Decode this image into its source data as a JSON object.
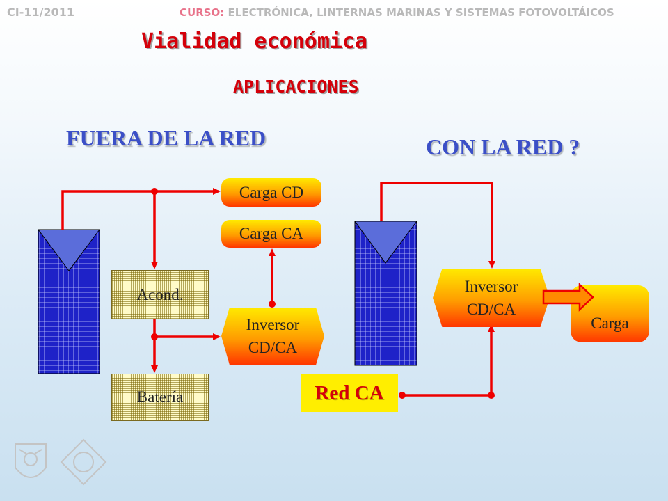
{
  "header": {
    "code": "CI-11/2011",
    "course_prefix": "CURSO:",
    "course_name": "ELECTRÓNICA, LINTERNAS MARINAS Y SISTEMAS FOTOVOLTÁICOS"
  },
  "title": "Vialidad económica",
  "subtitle": "APLICACIONES",
  "off_grid": {
    "heading": "FUERA DE LA RED",
    "blocks": {
      "carga_cd": "Carga CD",
      "carga_ca": "Carga CA",
      "acond": "Acond.",
      "inversor": "Inversor CD/CA",
      "bateria": "Batería"
    }
  },
  "on_grid": {
    "heading": "CON LA RED ?",
    "blocks": {
      "inversor": "Inversor CD/CA",
      "carga": "Carga",
      "red_ca": "Red CA"
    }
  },
  "colors": {
    "wire": "#ee0000",
    "panel_fill": "#1e22c8",
    "panel_triangle": "#5b6dda",
    "heading": "#3b4fc7",
    "title": "#d4000a"
  }
}
